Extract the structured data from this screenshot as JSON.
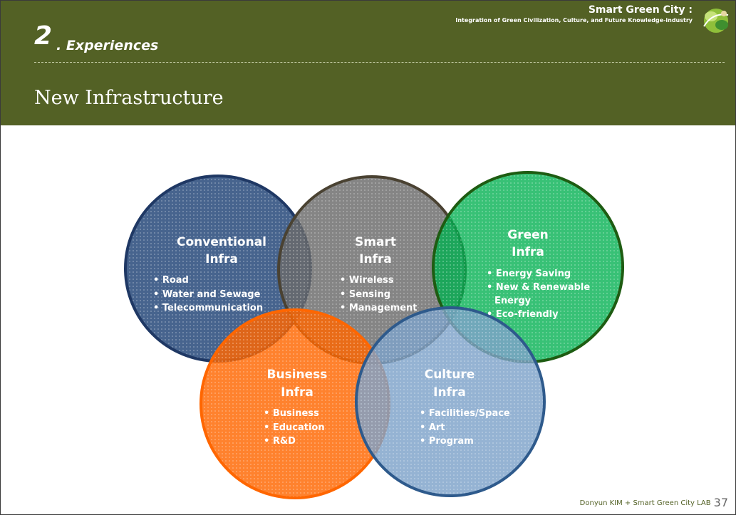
{
  "header": {
    "section_number": "2",
    "section_title": ". Experiences",
    "page_title": "New Infrastructure",
    "brand_title": "Smart Green City :",
    "brand_subtitle": "Integration of Green Civilization, Culture, and Future Knowledge-industry"
  },
  "diagram": {
    "conventional": {
      "title_1": "Conventional",
      "title_2": "Infra",
      "items": [
        "• Road",
        "• Water and Sewage",
        "• Telecommunication"
      ],
      "color": "#1f3864"
    },
    "smart": {
      "title_1": "Smart",
      "title_2": "Infra",
      "items": [
        "• Wireless",
        "• Sensing",
        "• Management"
      ],
      "color": "#595959"
    },
    "green": {
      "title_1": "Green",
      "title_2": "Infra",
      "items": [
        "• Energy Saving",
        "• New & Renewable",
        "Energy",
        "• Eco-friendly"
      ],
      "color": "#00a050"
    },
    "business": {
      "title_1": "Business",
      "title_2": "Infra",
      "items": [
        "• Business",
        "• Education",
        "• R&D"
      ],
      "color": "#ff6600"
    },
    "culture": {
      "title_1": "Culture",
      "title_2": "Infra",
      "items": [
        "• Facilities/Space",
        "• Art",
        "• Program"
      ],
      "color": "#5a82b4"
    }
  },
  "footer": {
    "credit": "Donyun KIM + Smart Green City LAB",
    "page_number": "37"
  },
  "colors": {
    "header_bg": "#536125"
  }
}
